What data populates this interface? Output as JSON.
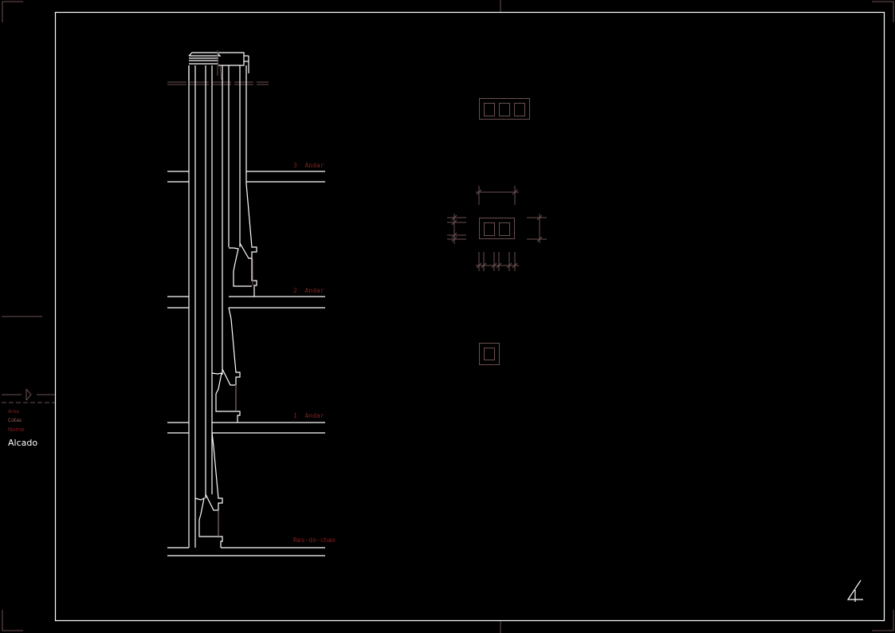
{
  "sheet": {
    "page_number": "4",
    "background": "#000000",
    "line_color": "#ffffff",
    "annotation_color": "#8a1f1f",
    "detail_color": "#6b4f4f"
  },
  "title_block": {
    "area_label": "Area",
    "cotas_label": "Cotas",
    "nome_label": "Nome",
    "drawing_name": "Alcado"
  },
  "elevation": {
    "floors": [
      {
        "label": "3  Andar"
      },
      {
        "label": "2  Andar"
      },
      {
        "label": "1  Andar"
      },
      {
        "label": "Res-do-chao"
      }
    ]
  },
  "details": [
    {
      "name": "triple-flue-plan"
    },
    {
      "name": "double-flue-plan-dimensioned"
    },
    {
      "name": "single-flue-plan"
    }
  ]
}
